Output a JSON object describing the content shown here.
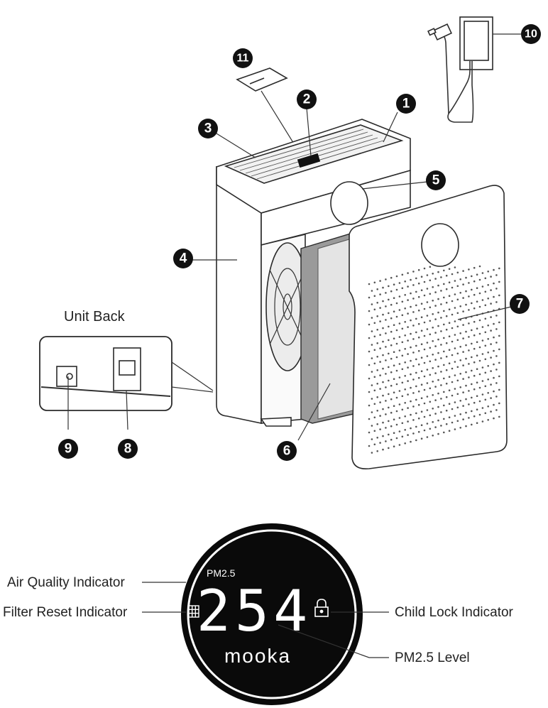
{
  "callouts": [
    {
      "id": "callout-1",
      "number": "1"
    },
    {
      "id": "callout-2",
      "number": "2"
    },
    {
      "id": "callout-3",
      "number": "3"
    },
    {
      "id": "callout-4",
      "number": "4"
    },
    {
      "id": "callout-5",
      "number": "5"
    },
    {
      "id": "callout-6",
      "number": "6"
    },
    {
      "id": "callout-7",
      "number": "7"
    },
    {
      "id": "callout-8",
      "number": "8"
    },
    {
      "id": "callout-9",
      "number": "9"
    },
    {
      "id": "callout-10",
      "number": "10"
    },
    {
      "id": "callout-11",
      "number": "11"
    }
  ],
  "unit_back": {
    "title": "Unit Back"
  },
  "display": {
    "pm_label": "PM2.5",
    "reading": "254",
    "brand": "mooka",
    "labels": {
      "air_quality": "Air Quality Indicator",
      "filter_reset": "Filter Reset Indicator",
      "child_lock": "Child Lock Indicator",
      "pm_level": "PM2.5 Level"
    }
  },
  "icons": {
    "filter": "filter-grid-icon",
    "lock": "lock-icon"
  },
  "colors": {
    "display_bg": "#0a0a0a",
    "display_text": "#ffffff",
    "callout_fill": "#111111"
  }
}
